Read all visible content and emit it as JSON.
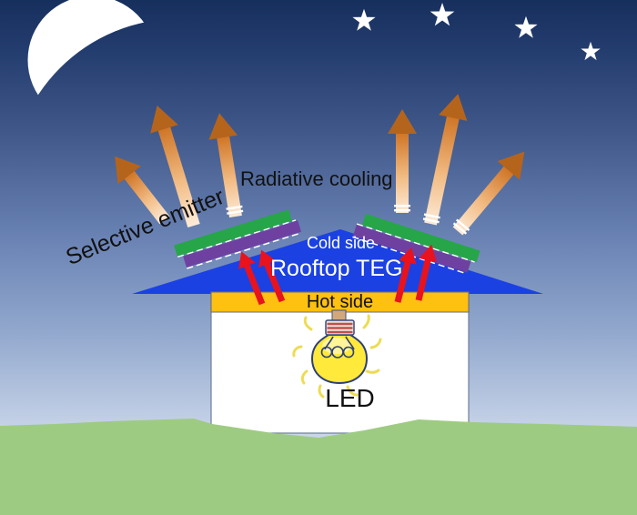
{
  "labels": {
    "radiative_cooling": "Radiative cooling",
    "selective_emitter": "Selective emitter",
    "cold_side": "Cold side",
    "rooftop_teg": "Rooftop TEG",
    "hot_side": "Hot side",
    "led": "LED"
  },
  "colors": {
    "sky_top": "#162f5d",
    "sky_bottom": "#edf1f9",
    "moon_white": "#ffffff",
    "star_white": "#ffffff",
    "roof_blue": "#1c41e3",
    "emitter_green": "#26a649",
    "emitter_purple": "#6e41a1",
    "hot_side_orange": "#fec011",
    "house_white": "#ffffff",
    "arrow_head": "#b5641c",
    "heat_arrow_red": "#e8131d",
    "ground_green": "#9ecb82",
    "bulb_yellow": "#ffe93a",
    "bulb_outline": "#2e3f77",
    "ray_yellow": "#eddc55"
  },
  "icons": {
    "moon": "crescent-moon-icon",
    "stars": "star-icon",
    "bulb": "light-bulb-icon",
    "radiative_arrows": "radiative-arrow-icon",
    "heat_arrows": "heat-arrow-icon"
  }
}
